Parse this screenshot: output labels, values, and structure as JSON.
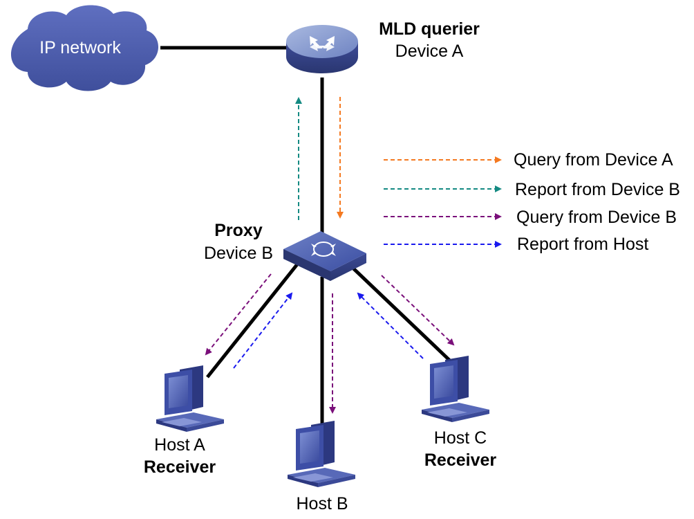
{
  "cloud": {
    "label": "IP network",
    "color": "#4a5aa8"
  },
  "device_a": {
    "role": "MLD querier",
    "name": "Device A"
  },
  "device_b": {
    "role": "Proxy",
    "name": "Device B"
  },
  "hosts": [
    {
      "name": "Host A",
      "role": "Receiver"
    },
    {
      "name": "Host B",
      "role": ""
    },
    {
      "name": "Host C",
      "role": "Receiver"
    }
  ],
  "legend": [
    {
      "label": "Query from Device A",
      "color": "#f47920"
    },
    {
      "label": "Report from Device B",
      "color": "#148a82"
    },
    {
      "label": "Query from Device B",
      "color": "#7a0f7a"
    },
    {
      "label": "Report from Host",
      "color": "#1a1aee"
    }
  ]
}
